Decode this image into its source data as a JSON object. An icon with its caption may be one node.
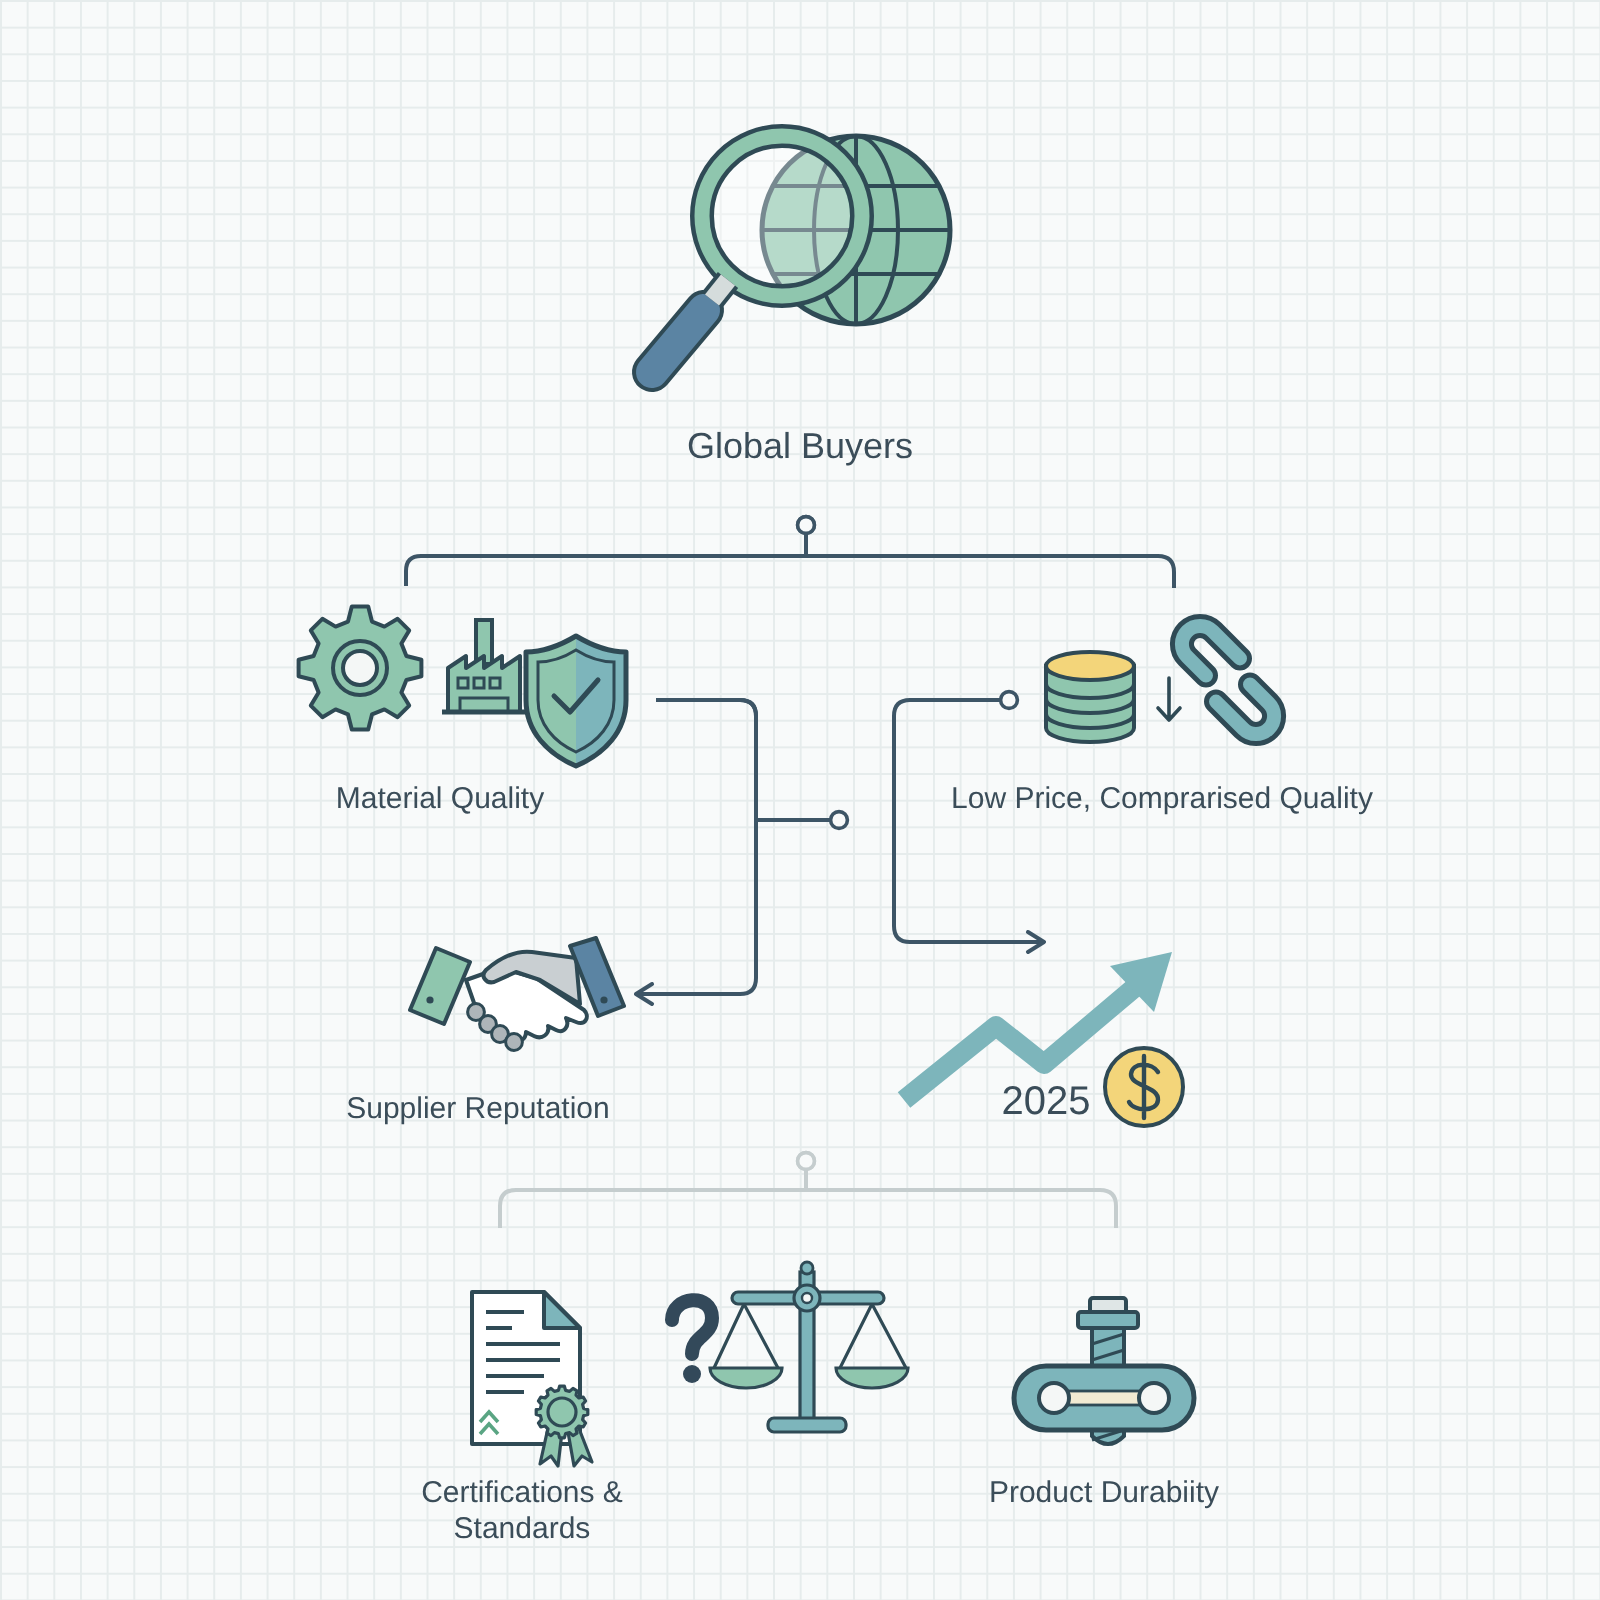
{
  "diagram": {
    "nodes": [
      {
        "text": [
          "Global Buyers"
        ]
      },
      {
        "text": [
          "Material Quality"
        ]
      },
      {
        "text": [
          "Low Price, Comprarised Quality"
        ]
      },
      {
        "text": [
          "Supplier Reputation"
        ]
      },
      {
        "text": [
          "2025"
        ]
      },
      {
        "text": [
          "Certifications & Standards"
        ]
      },
      {
        "text": [],
        "shape": "picture"
      },
      {
        "text": [
          "Product Durabiity"
        ]
      }
    ],
    "edges": [
      {
        "from": 0,
        "to": 1,
        "arrow": "other"
      },
      {
        "from": 0,
        "to": 2,
        "arrow": "other"
      },
      {
        "from": 1,
        "to": 3,
        "arrow": "to"
      },
      {
        "from": null,
        "to": 1,
        "arrow": "other"
      },
      {
        "from": 2,
        "to": 4,
        "arrow": "to"
      },
      {
        "from": null,
        "to": 5,
        "arrow": "other",
        "color": "#c5cdce"
      },
      {
        "from": null,
        "to": 7,
        "arrow": "other",
        "color": "#c5cdce"
      }
    ]
  }
}
